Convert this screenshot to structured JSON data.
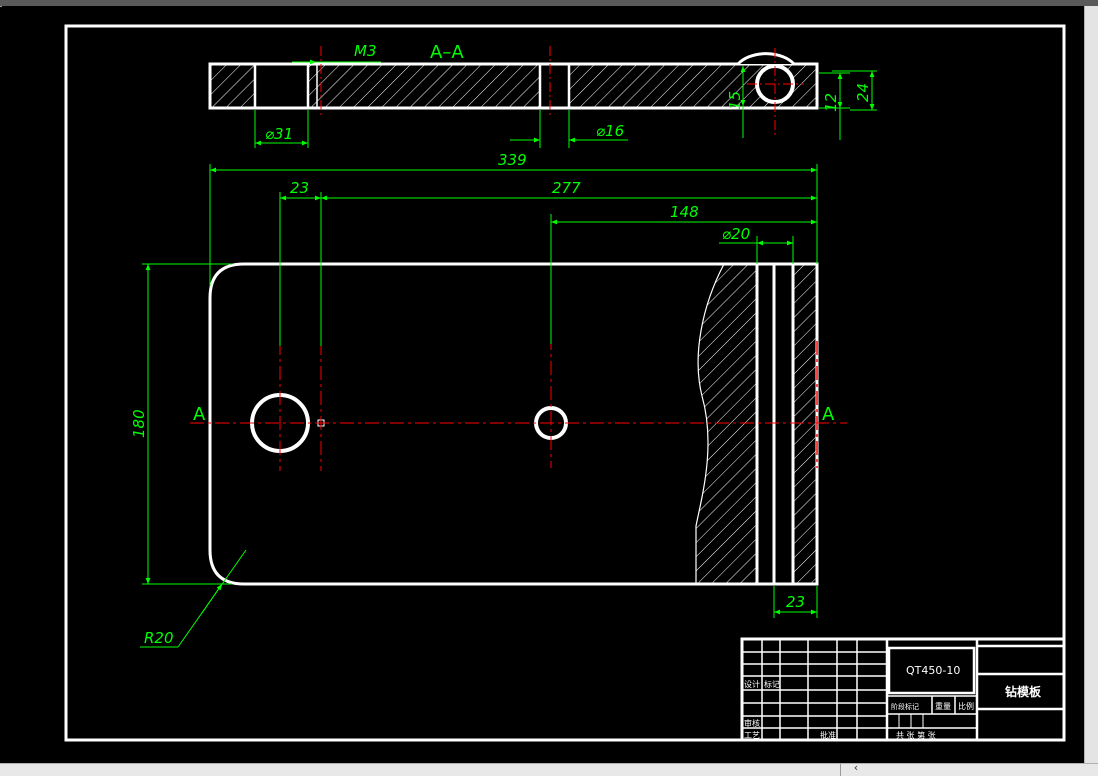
{
  "drawing": {
    "section_label": "A–A",
    "section_mark_left": "A",
    "section_mark_right": "A",
    "thread_label": "M3",
    "dims": {
      "d31": "⌀31",
      "d16": "⌀16",
      "h15": "15",
      "h12": "12",
      "h24": "24",
      "len339": "339",
      "len23": "23",
      "len277": "277",
      "len148": "148",
      "d20": "⌀20",
      "h180": "180",
      "r20": "R20",
      "w23": "23"
    }
  },
  "title_block": {
    "material": "QT450-10",
    "part_name": "钻模板",
    "cell_design": "设计",
    "cell_mark": "标记",
    "cell_stage": "阶段标记",
    "cell_weight": "重量",
    "cell_scale": "比例",
    "cell_review": "审核",
    "cell_process": "工艺",
    "cell_approve": "批准",
    "cell_sheet": "共 张 第 张"
  },
  "colors": {
    "background": "#000000",
    "geometry": "#ffffff",
    "dimension": "#00ff00",
    "centerline": "#ff0000"
  },
  "ui": {
    "scroll_left_icon": "‹"
  }
}
